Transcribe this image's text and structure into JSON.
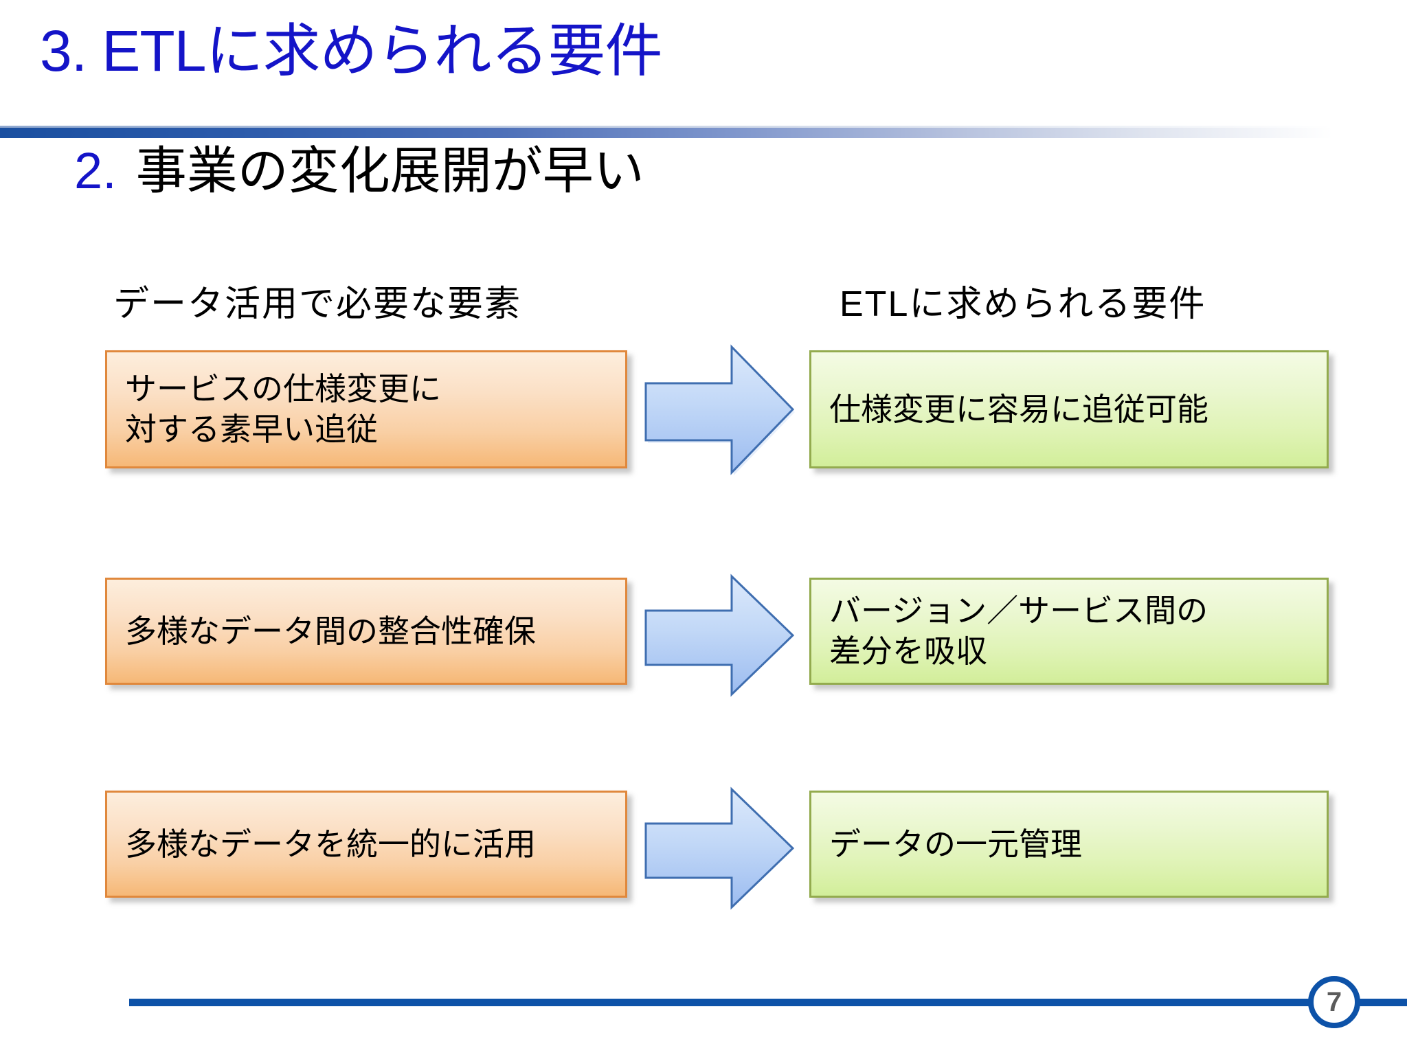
{
  "slide": {
    "title": "3. ETLに求められる要件",
    "title_color": "#1414c8",
    "subtitle_number": "2.",
    "subtitle_text": "事業の変化展開が早い",
    "page_number": "7"
  },
  "columns": {
    "left_header": "データ活用で必要な要素",
    "right_header": "ETLに求められる要件"
  },
  "rows": [
    {
      "left": "サービスの仕様変更に\n対する素早い追従",
      "left_line1": "サービスの仕様変更に",
      "left_line2": "対する素早い追従",
      "arrow": "right-arrow-icon",
      "right": "仕様変更に容易に追従可能",
      "right_line1": "仕様変更に容易に追従可能",
      "right_line2": ""
    },
    {
      "left": "多様なデータ間の整合性確保",
      "left_line1": "多様なデータ間の整合性確保",
      "left_line2": "",
      "arrow": "right-arrow-icon",
      "right": "バージョン／サービス間の\n差分を吸収",
      "right_line1": "バージョン／サービス間の",
      "right_line2": "差分を吸収"
    },
    {
      "left": "多様なデータを統一的に活用",
      "left_line1": "多様なデータを統一的に活用",
      "left_line2": "",
      "arrow": "right-arrow-icon",
      "right": "データの一元管理",
      "right_line1": "データの一元管理",
      "right_line2": ""
    }
  ],
  "colors": {
    "title_blue": "#1414c8",
    "accent_blue": "#0d52a8",
    "orange_border": "#e0883c",
    "orange_fill_top": "#fdeedd",
    "orange_fill_bottom": "#f6b877",
    "green_border": "#93ab4e",
    "green_fill_top": "#f4fbe4",
    "green_fill_bottom": "#d2ee9a",
    "arrow_border": "#3f6eb0",
    "arrow_fill_top": "#d3e2f8",
    "arrow_fill_bottom": "#9dbef0",
    "page_number_gray": "#5b5b5b"
  }
}
